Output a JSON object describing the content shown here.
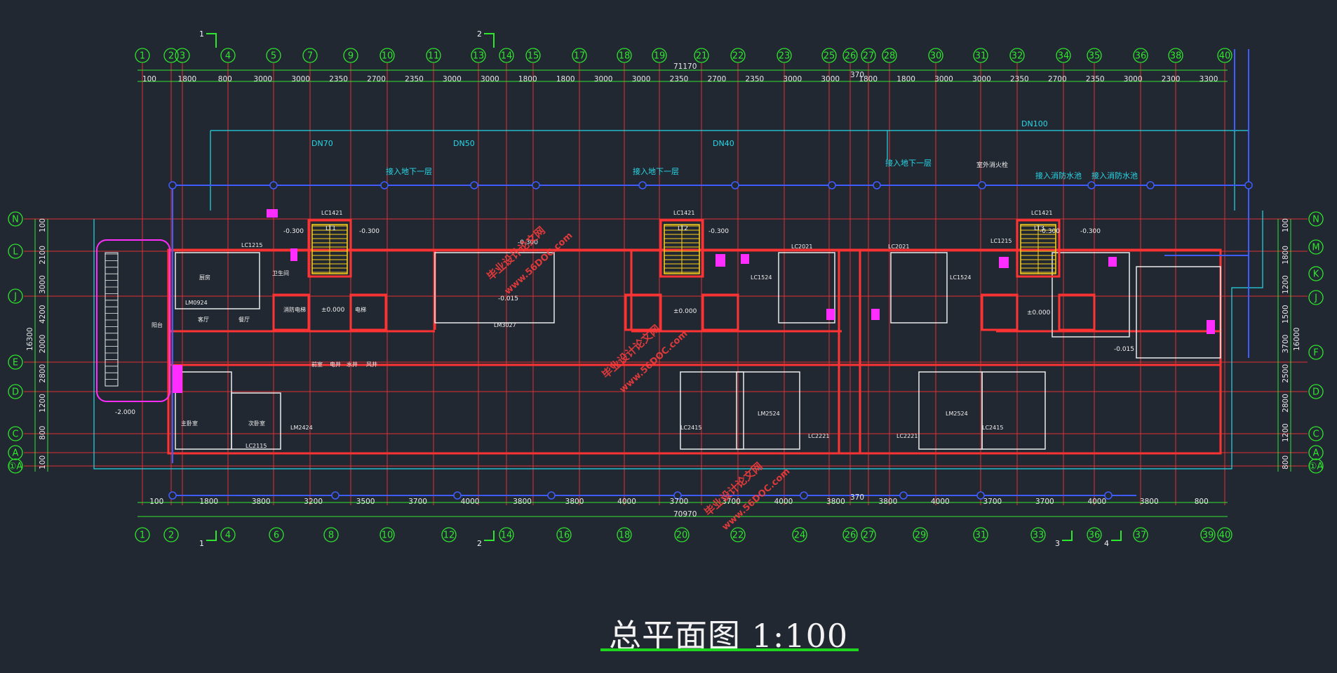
{
  "title": "总平面图 1:100",
  "total_width_top": "71170",
  "total_width_bottom": "70970",
  "dim_370_top": "370",
  "dim_370_bottom": "370",
  "axes_top": [
    "1",
    "2",
    "3",
    "4",
    "5",
    "7",
    "9",
    "10",
    "11",
    "13",
    "14",
    "15",
    "17",
    "18",
    "19",
    "21",
    "22",
    "23",
    "25",
    "26",
    "27",
    "28",
    "30",
    "31",
    "32",
    "34",
    "35",
    "36",
    "38",
    "40"
  ],
  "axes_bottom": [
    "1",
    "2",
    "4",
    "6",
    "8",
    "10",
    "12",
    "14",
    "16",
    "18",
    "20",
    "22",
    "24",
    "26",
    "27",
    "29",
    "31",
    "33",
    "36",
    "37",
    "39",
    "40"
  ],
  "axes_rows_left": [
    "N",
    "L",
    "J",
    "E",
    "D",
    "C",
    "A",
    "①A"
  ],
  "axes_rows_right": [
    "N",
    "M",
    "K",
    "J",
    "F",
    "D",
    "C",
    "A",
    "①A"
  ],
  "section_marks_top": [
    "1",
    "2"
  ],
  "section_marks_bottom": [
    "1",
    "2",
    "3",
    "4"
  ],
  "dims_top": [
    "100",
    "1800",
    "800",
    "3000",
    "3000",
    "2350",
    "2700",
    "2350",
    "3000",
    "3000",
    "1800",
    "1800",
    "3000",
    "3000",
    "2350",
    "2700",
    "2350",
    "3000",
    "3000",
    "1800",
    "1800",
    "3000",
    "3000",
    "2350",
    "2700",
    "2350",
    "3000",
    "2300",
    "3300"
  ],
  "dims_bottom": [
    "100",
    "1800",
    "3800",
    "3200",
    "3500",
    "3700",
    "4000",
    "3800",
    "3800",
    "4000",
    "3700",
    "3700",
    "4000",
    "3800",
    "3800",
    "4000",
    "3700",
    "3700",
    "4000",
    "3800",
    "800"
  ],
  "dims_left": [
    "100",
    "2100",
    "3000",
    "4200",
    "2000",
    "2800",
    "1200",
    "800",
    "100"
  ],
  "dims_left_total": "16300",
  "dims_right": [
    "100",
    "1800",
    "1200",
    "1500",
    "3700",
    "2500",
    "2800",
    "1200",
    "800"
  ],
  "dims_right_total": "16000",
  "pipe_labels": [
    "DN70",
    "DN50",
    "DN40",
    "DN100"
  ],
  "notes": [
    "接入地下一层",
    "接入地下一层",
    "接入地下一层",
    "接入消防水池",
    "接入消防水池",
    "室外消火栓"
  ],
  "stairs": [
    "LT1",
    "LT2",
    "LT3"
  ],
  "elevations": [
    "-0.300",
    "-0.300",
    "-0.300",
    "-0.300",
    "-0.300",
    "-0.300",
    "±0.000",
    "±0.000",
    "±0.000",
    "-0.015",
    "-0.015",
    "-2.000"
  ],
  "room_labels": [
    "主卧室",
    "次卧室",
    "客厅",
    "餐厅",
    "厨房",
    "卫生间",
    "阳台",
    "消防电梯",
    "电梯",
    "前室",
    "电井",
    "水井",
    "风井"
  ],
  "window_labels": [
    "LC1421",
    "LC1421",
    "LC1421",
    "LC1215",
    "LC1215",
    "LC2021",
    "LC2021",
    "LC1524",
    "LC1524",
    "LC2415",
    "LC2415",
    "LC2115",
    "LC2221",
    "LC2221",
    "LM2424",
    "LM2524",
    "LM2524",
    "LM0924",
    "LM3027"
  ],
  "watermark": [
    "毕业设计论文网",
    "www.56DOC.com"
  ],
  "colors": {
    "background": "#222831",
    "axis": "#2ee62e",
    "wall": "#ff3333",
    "dimension": "#e8e8e8",
    "pipe": "#27d8e8",
    "drain": "#3f5cff",
    "accent": "#ff2dff",
    "stair": "#ffd21a"
  }
}
